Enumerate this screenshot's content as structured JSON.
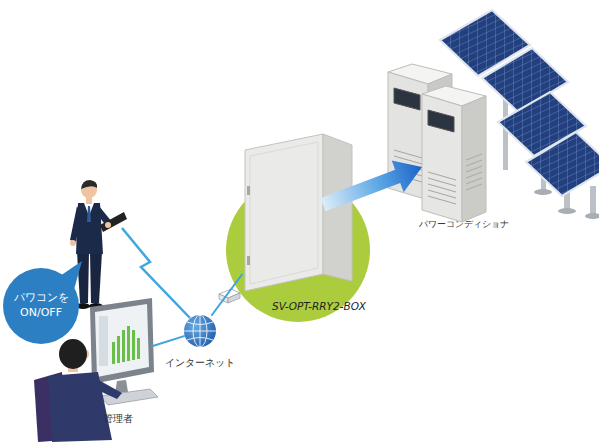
{
  "diagram": {
    "nodes": [
      {
        "text": [
          "パワコンを ON/OFF"
        ]
      },
      {
        "text": [
          "インターネット"
        ]
      },
      {
        "text": [
          "SV-OPT-RRY2-BOX"
        ]
      },
      {
        "text": [
          "パワーコンディショナ"
        ]
      },
      {
        "text": [
          "管理者"
        ]
      }
    ],
    "edges": [
      {
        "from": 4,
        "to": 1,
        "arrow": "none"
      },
      {
        "from": 1,
        "to": 2,
        "arrow": "none"
      },
      {
        "from": 2,
        "to": 3,
        "arrow": "to"
      }
    ]
  }
}
